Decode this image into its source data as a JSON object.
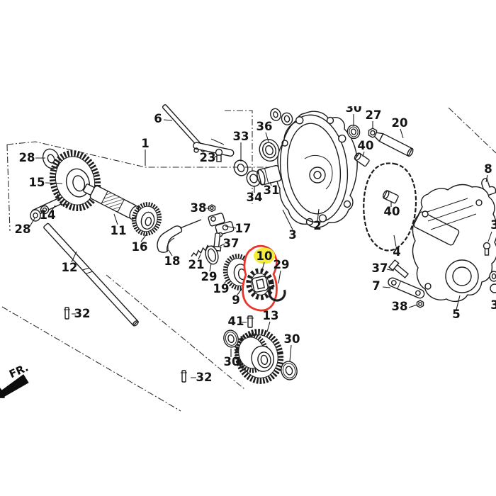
{
  "diagram": {
    "kind": "exploded-parts-diagram",
    "background_color": "#ffffff",
    "line_color": "#1c1c1c",
    "highlight": {
      "part_number": "10",
      "outline_color": "#e8362b",
      "fill_color": "#f2ee3a"
    },
    "direction_label": "FR.",
    "callouts": [
      {
        "id": "28-washer-upper",
        "text": "28"
      },
      {
        "id": "15-bevel-gear",
        "text": "15"
      },
      {
        "id": "14-shaft",
        "text": "14"
      },
      {
        "id": "28-washer-lower",
        "text": "28"
      },
      {
        "id": "11-splined-shaft",
        "text": "11"
      },
      {
        "id": "16-bearing",
        "text": "16"
      },
      {
        "id": "12-shaft",
        "text": "12"
      },
      {
        "id": "32-pin-left",
        "text": "32"
      },
      {
        "id": "18-shift-fork",
        "text": "18"
      },
      {
        "id": "21-spring",
        "text": "21"
      },
      {
        "id": "38-nut-left",
        "text": "38"
      },
      {
        "id": "17-bracket",
        "text": "17"
      },
      {
        "id": "37-bolt-middle",
        "text": "37"
      },
      {
        "id": "29-ring-left",
        "text": "29"
      },
      {
        "id": "19-gear",
        "text": "19"
      },
      {
        "id": "9-collar",
        "text": "9"
      },
      {
        "id": "6-rod",
        "text": "6"
      },
      {
        "id": "1-assembly",
        "text": "1"
      },
      {
        "id": "23-bolt",
        "text": "23"
      },
      {
        "id": "33-ring",
        "text": "33"
      },
      {
        "id": "36-bearing",
        "text": "36"
      },
      {
        "id": "34-seal",
        "text": "34"
      },
      {
        "id": "31-bushing",
        "text": "31"
      },
      {
        "id": "3-gasket",
        "text": "3"
      },
      {
        "id": "2-cover",
        "text": "2"
      },
      {
        "id": "30-bearing-top",
        "text": "30"
      },
      {
        "id": "27-nut",
        "text": "27"
      },
      {
        "id": "20-pin",
        "text": "20"
      },
      {
        "id": "40-bushing-a",
        "text": "40"
      },
      {
        "id": "40-bushing-b",
        "text": "40"
      },
      {
        "id": "8-fork",
        "text": "8"
      },
      {
        "id": "4-o-ring",
        "text": "4"
      },
      {
        "id": "37-bolt-right",
        "text": "37"
      },
      {
        "id": "7-lever",
        "text": "7"
      },
      {
        "id": "38-nut-right",
        "text": "38"
      },
      {
        "id": "5-rear-cover",
        "text": "5"
      },
      {
        "id": "10-sprocket-highlighted",
        "text": "10"
      },
      {
        "id": "29-snap-ring",
        "text": "29"
      },
      {
        "id": "13-gear",
        "text": "13"
      },
      {
        "id": "41-pin",
        "text": "41"
      },
      {
        "id": "30-ring-lower-left",
        "text": "30"
      },
      {
        "id": "30-ring-lower-right",
        "text": "30"
      },
      {
        "id": "32-pin-right",
        "text": "32"
      },
      {
        "id": "3-clipped-upper",
        "text": "3"
      },
      {
        "id": "3-clipped-lower",
        "text": "3"
      }
    ]
  }
}
